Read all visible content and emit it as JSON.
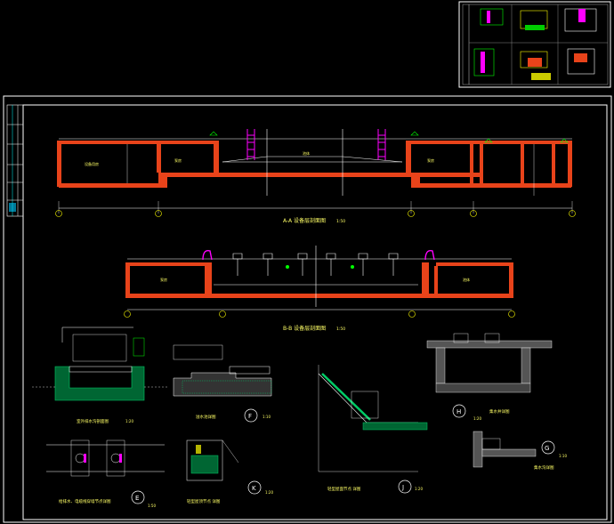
{
  "drawing": {
    "background": "#000000",
    "frame_color": "#ffffff",
    "section_aa": {
      "title": "A-A 设备层剖面图",
      "scale": "1:50"
    },
    "section_bb": {
      "title": "B-B 设备层剖面图",
      "scale": "1:50"
    },
    "detail_outdoor_ditch": {
      "title": "室外排水沟剖面图",
      "scale": "1:20"
    },
    "detail_overflow": {
      "title": "溢水池详图",
      "scale": "1:10",
      "mark": "F"
    },
    "detail_sump": {
      "title": "集水井详图",
      "scale": "1:20",
      "mark": "H"
    },
    "detail_E": {
      "title": "给排水、电缆线穿墙节点详图",
      "scale": "1:50",
      "mark": "E"
    },
    "detail_K": {
      "title": "轻型屋顶节点  详图",
      "scale": "1:20",
      "mark": "K"
    },
    "detail_J": {
      "title": "轻型屋面节点  详图",
      "scale": "1:20",
      "mark": "J"
    },
    "detail_G": {
      "title": "集水沟详图",
      "scale": "1:10",
      "mark": "G"
    },
    "room_labels_aa": [
      "设备用房",
      "泵房",
      "池体",
      "泵房"
    ],
    "room_labels_bb": [
      "泵房",
      "池体"
    ],
    "colors": {
      "wall": "#ff3300",
      "wall_fill": "#e8431a",
      "line": "#ffffff",
      "dim": "#00ff66",
      "ladder": "#ff00ff",
      "hatch_green": "#00cc66",
      "grid_cyan": "#33ccff",
      "text_yellow": "#ffff66"
    }
  }
}
